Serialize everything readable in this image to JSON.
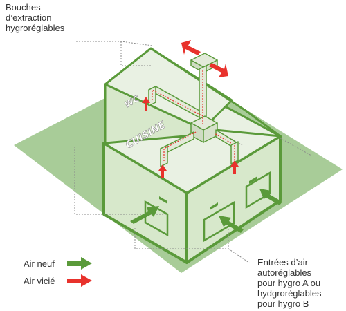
{
  "labels": {
    "top_left": [
      "Bouches",
      "d’extraction",
      "hygroréglables"
    ],
    "bottom_right": [
      "Entrées d’air",
      "autoréglables",
      "pour hygro A ou",
      "hydgroréglables",
      "pour hygro B"
    ],
    "room_wc": "WC",
    "room_cuisine": "CUISINE"
  },
  "legend": [
    {
      "label": "Air neuf",
      "color": "#5a9a3a"
    },
    {
      "label": "Air vicié",
      "color": "#e8322c"
    }
  ],
  "colors": {
    "ground": "#a8cc98",
    "wall_outline": "#5a9a3a",
    "fresh_air": "#5a9a3a",
    "stale_air": "#e8322c",
    "duct": "#e3ead9"
  }
}
